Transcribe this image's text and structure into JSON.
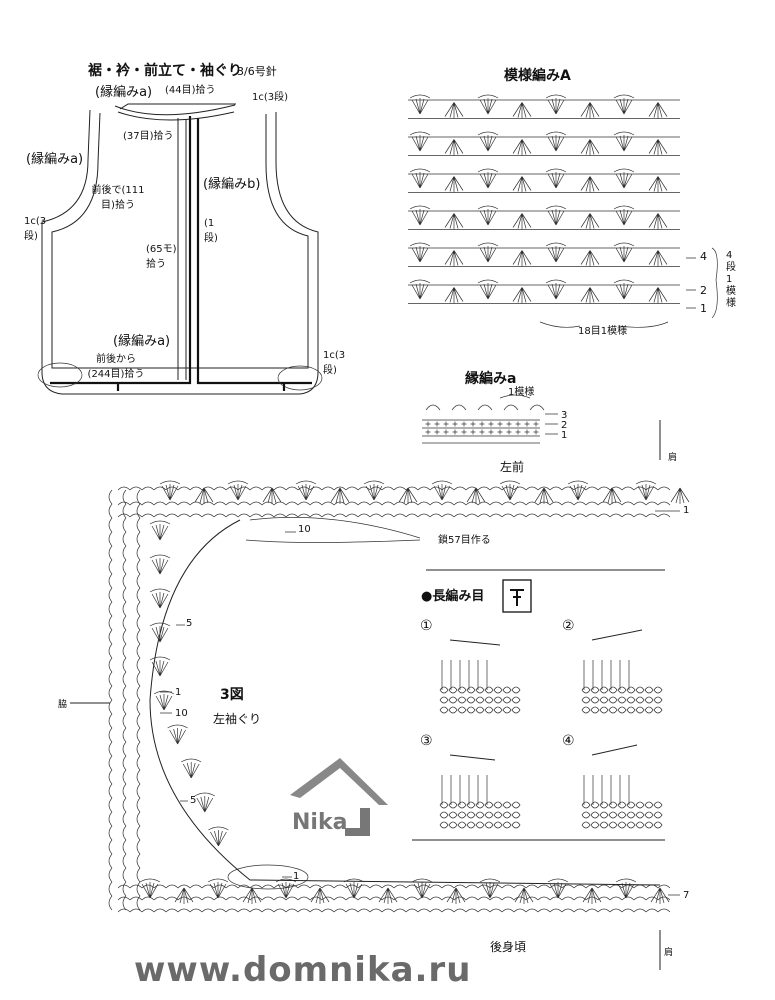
{
  "vest": {
    "title": "裾・衿・前立て・袖ぐり",
    "needle": "3/6号針",
    "border_a_top": "(縁編みa)",
    "pick_44": "(44目)拾う",
    "rows_1c_3_top": "1c(3段)",
    "pick_37": "(37目)拾う",
    "border_a_left": "(縁編みa)",
    "border_b": "(縁編みb)",
    "pick_111": "前後で(111目)拾う",
    "rows_1c_3_left": "1c(3段)",
    "row_1": "(1段)",
    "pick_65": "(65モ)拾う",
    "border_a_bottom": "(縁編みa)",
    "pick_244": "前後から(244目)拾う",
    "rows_1c_3_right": "1c(3段)"
  },
  "pattern_a": {
    "title": "模様編みA",
    "row_4": "4",
    "row_2": "2",
    "row_1": "1",
    "repeat_rows": "4段1模様",
    "repeat_stitches": "18目1模様"
  },
  "border_a": {
    "title": "縁編みa",
    "repeat": "1模様",
    "row_3": "3",
    "row_2": "2",
    "row_1": "1",
    "caption": "左前"
  },
  "figure3": {
    "shoulder_top": "肩",
    "row_1_top": "1",
    "row_10_top": "10",
    "chain_57": "鎖57目作る",
    "row_5_a": "5",
    "side": "脇",
    "row_1_mid": "1",
    "row_10_mid": "10",
    "fig_label": "3図",
    "fig_caption": "左袖ぐり",
    "row_5_b": "5",
    "row_1_bottom": "1",
    "row_7": "7",
    "back_body": "後身頃",
    "shoulder_bottom": "肩"
  },
  "treble": {
    "title": "●長編み目",
    "step1": "①",
    "step2": "②",
    "step3": "③",
    "step4": "④"
  },
  "watermark": {
    "logo": "Nika",
    "url": "www.domnika.ru"
  }
}
